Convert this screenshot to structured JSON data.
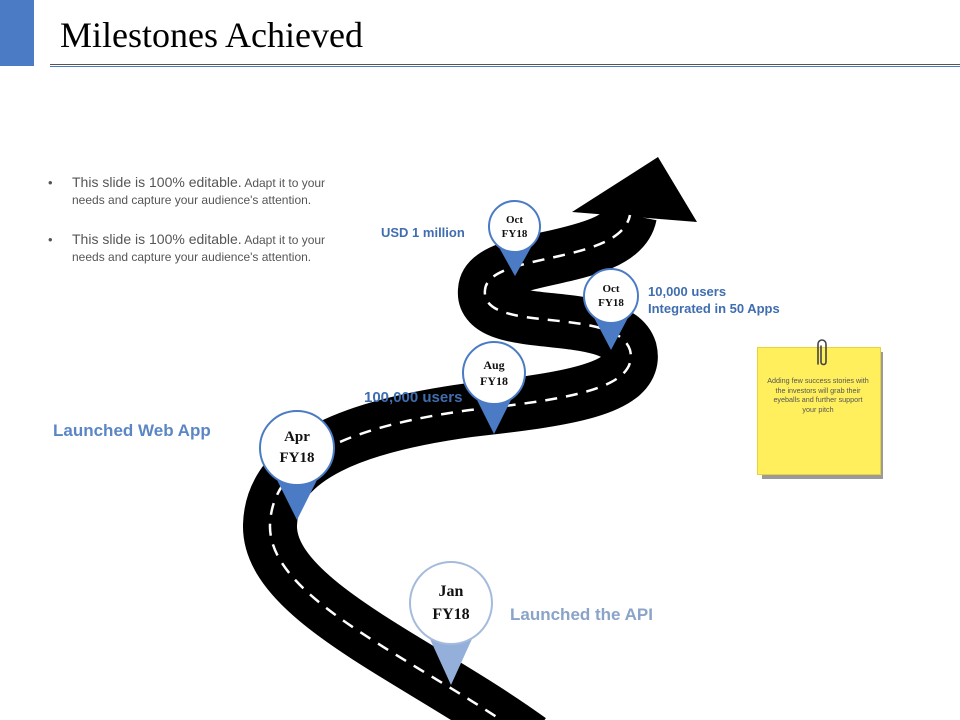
{
  "title": "Milestones Achieved",
  "bullets": [
    {
      "lead": "This slide is 100% editable.",
      "rest": " Adapt it to your needs and capture your audience's attention."
    },
    {
      "lead": "This slide is 100% editable.",
      "rest": " Adapt it to your needs and capture your audience's attention."
    }
  ],
  "milestones": [
    {
      "month": "Jan",
      "year": "FY18",
      "label": "Launched the API"
    },
    {
      "month": "Apr",
      "year": "FY18",
      "label": "Launched Web App"
    },
    {
      "month": "Aug",
      "year": "FY18",
      "label": "100,000 users"
    },
    {
      "month": "Oct",
      "year": "FY18",
      "label_line1": "10,000 users",
      "label_line2": "Integrated in 50 Apps"
    },
    {
      "month": "Oct",
      "year": "FY18",
      "label": "USD 1 million"
    }
  ],
  "sticky_note": "Adding few success stories with the investors will grab their eyeballs and further support your pitch",
  "colors": {
    "accent": "#4a7bc4",
    "road": "#000000",
    "sticky": "#ffef5c"
  },
  "icons": {
    "clip": "paperclip-icon",
    "arrow": "road-arrow-icon"
  }
}
